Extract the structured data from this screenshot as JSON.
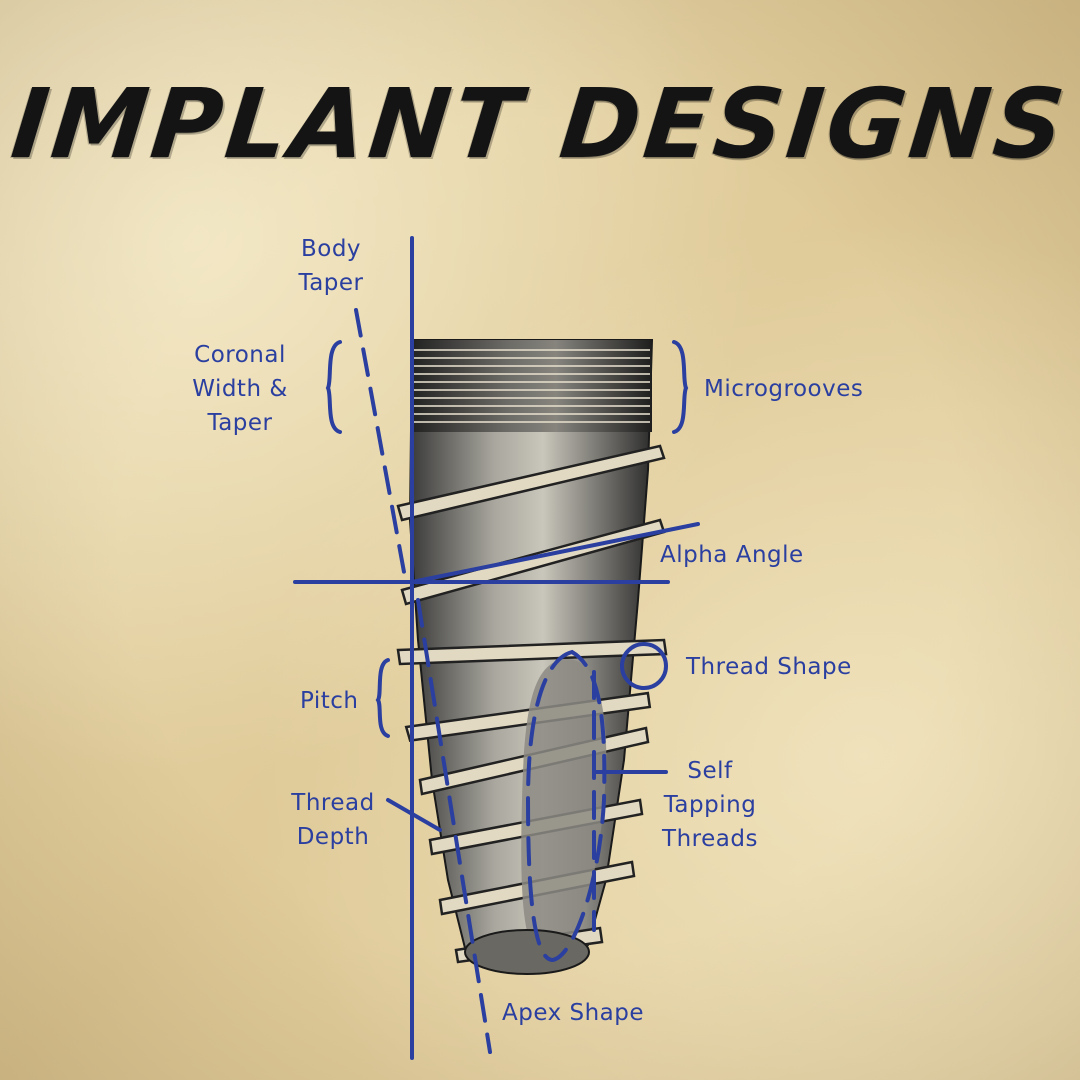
{
  "title": "IMPLANT DESIGNS",
  "labels": {
    "body_taper": "Body Taper",
    "coronal_width_taper": "Coronal Width & Taper",
    "microgrooves": "Microgrooves",
    "alpha_angle": "Alpha Angle",
    "thread_shape": "Thread Shape",
    "pitch": "Pitch",
    "self_tapping_threads": "Self Tapping Threads",
    "thread_depth": "Thread Depth",
    "apex_shape": "Apex Shape"
  },
  "colors": {
    "annotation_blue": "#2a3fa0",
    "paper": "#e4d2a6",
    "ink": "#141414"
  }
}
